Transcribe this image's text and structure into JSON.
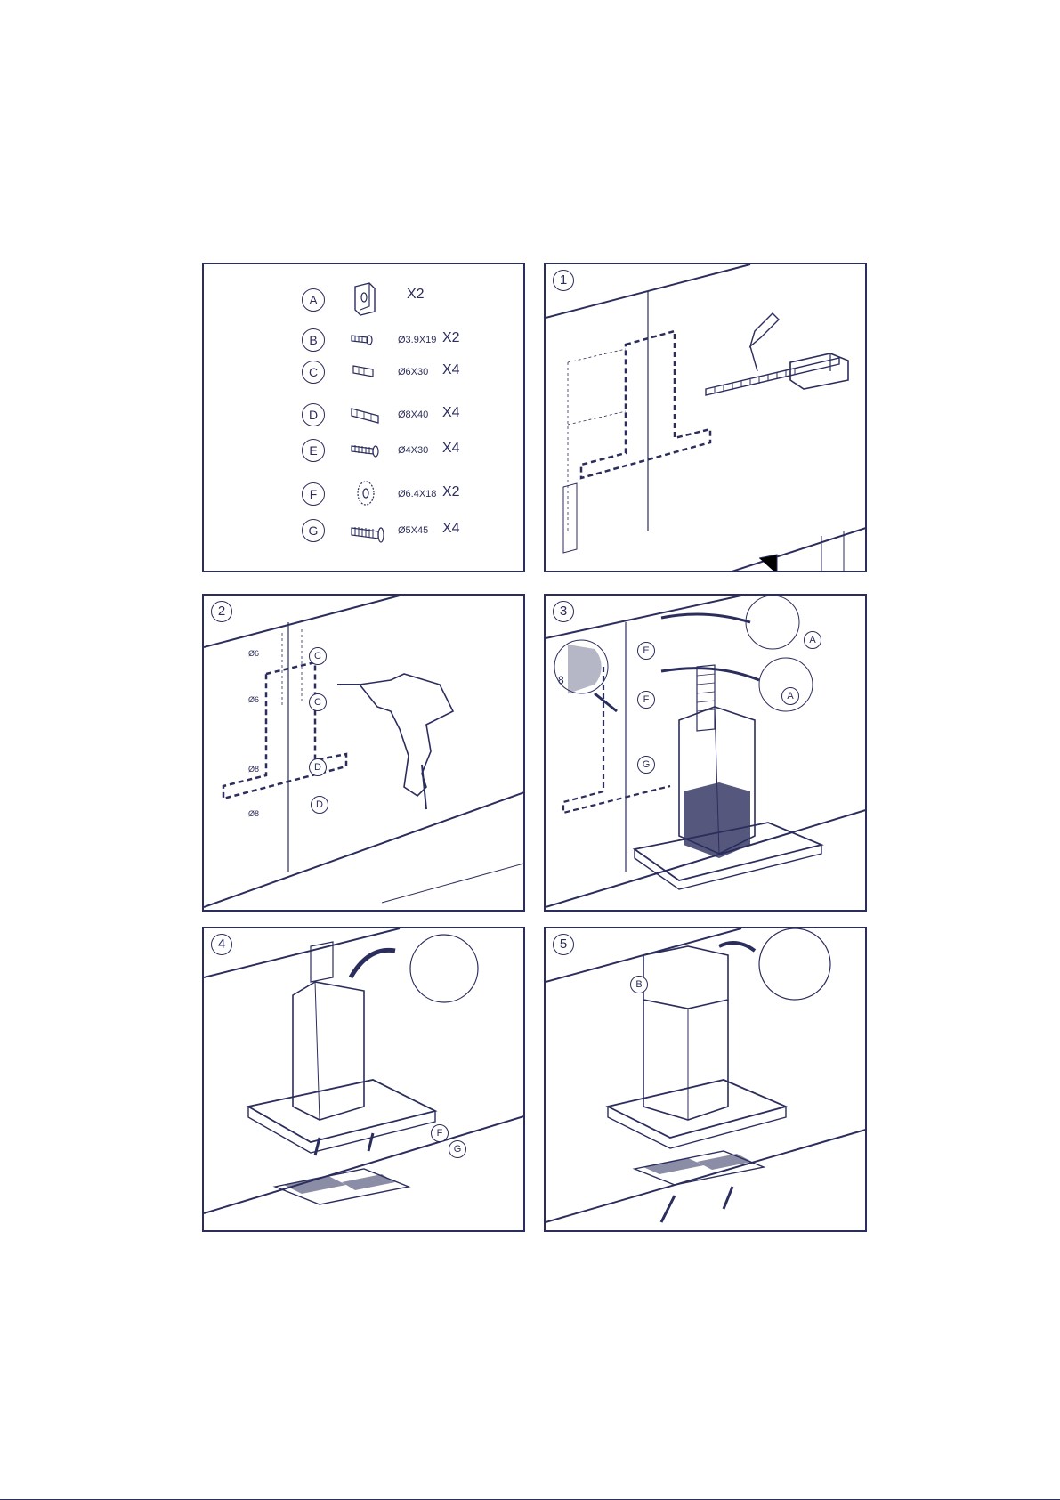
{
  "parts": [
    {
      "letter": "A",
      "dim": "",
      "qty": "X2",
      "icon": "bracket-icon"
    },
    {
      "letter": "B",
      "dim": "Ø3.9X19",
      "qty": "X2",
      "icon": "small-screw-icon"
    },
    {
      "letter": "C",
      "dim": "Ø6X30",
      "qty": "X4",
      "icon": "wall-plug-icon"
    },
    {
      "letter": "D",
      "dim": "Ø8X40",
      "qty": "X4",
      "icon": "large-plug-icon"
    },
    {
      "letter": "E",
      "dim": "Ø4X30",
      "qty": "X4",
      "icon": "screw-icon"
    },
    {
      "letter": "F",
      "dim": "Ø6.4X18",
      "qty": "X2",
      "icon": "washer-icon"
    },
    {
      "letter": "G",
      "dim": "Ø5X45",
      "qty": "X4",
      "icon": "long-screw-icon"
    }
  ],
  "steps": {
    "s1": "1",
    "s2": "2",
    "s3": "3",
    "s4": "4",
    "s5": "5"
  },
  "step2_labels": {
    "d1": "Ø6",
    "d2": "Ø6",
    "d3": "Ø8",
    "d4": "Ø8",
    "c1": "C",
    "c2": "C",
    "c3": "D",
    "c4": "D"
  },
  "step3_labels": {
    "e": "E",
    "f": "F",
    "g": "G",
    "a1": "A",
    "a2": "A",
    "eight": "8"
  },
  "step4_labels": {
    "f": "F",
    "g": "G"
  },
  "step5_labels": {
    "b": "B"
  }
}
